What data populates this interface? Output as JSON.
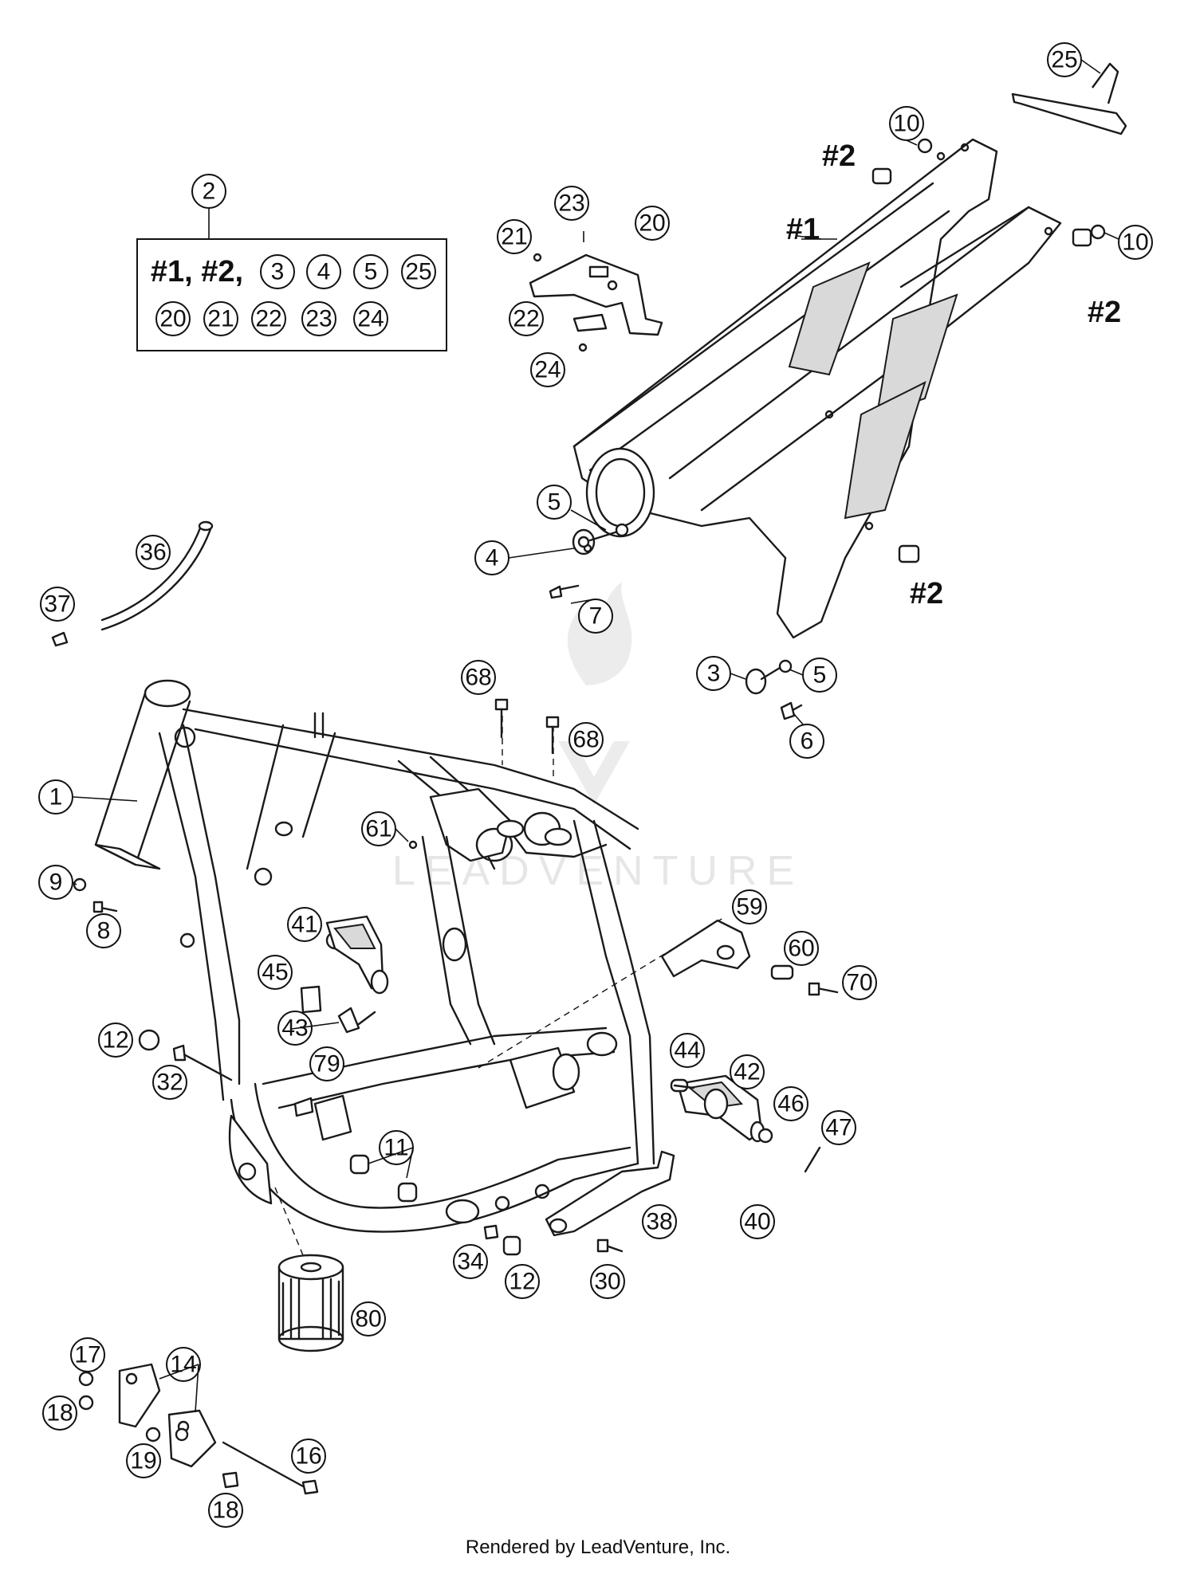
{
  "diagram": {
    "credit": "Rendered by LeadVenture, Inc.",
    "watermark": "LEADVENTURE",
    "kit": {
      "callout": "2",
      "row1_prefix": "#1, #2,",
      "row1_callouts": [
        "3",
        "4",
        "5",
        "25"
      ],
      "row2_callouts": [
        "20",
        "21",
        "22",
        "23",
        "24"
      ]
    },
    "subframe_labels": [
      "#1",
      "#2",
      "#2",
      "#2"
    ],
    "callouts": [
      "25",
      "10",
      "10",
      "23",
      "21",
      "20",
      "22",
      "24",
      "5",
      "4",
      "7",
      "5",
      "3",
      "6",
      "36",
      "37",
      "68",
      "68",
      "1",
      "61",
      "9",
      "8",
      "41",
      "45",
      "43",
      "12",
      "32",
      "79",
      "59",
      "60",
      "70",
      "44",
      "42",
      "46",
      "47",
      "11",
      "38",
      "40",
      "34",
      "12",
      "30",
      "80",
      "17",
      "14",
      "18",
      "19",
      "16",
      "18"
    ]
  }
}
